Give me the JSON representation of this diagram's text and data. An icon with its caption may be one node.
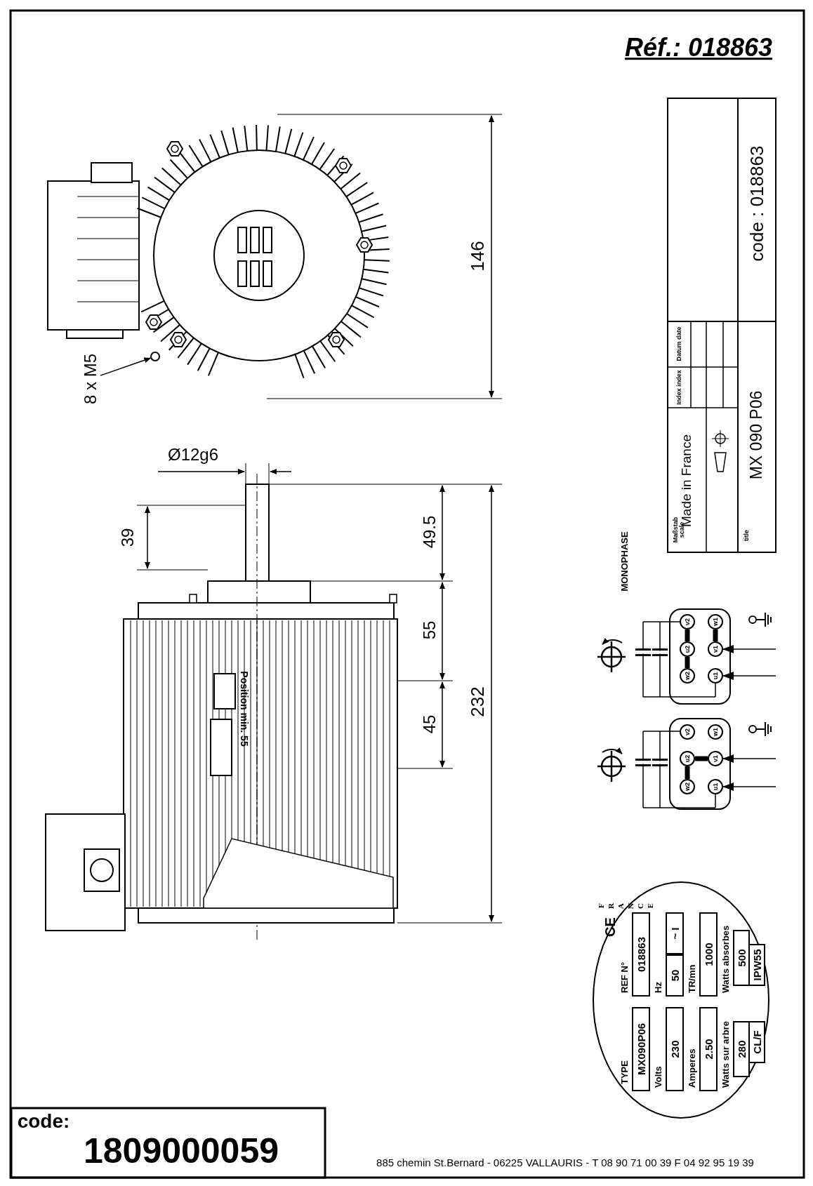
{
  "diagram": {
    "nodes": [
      {
        "text": [
          "8 x M5"
        ]
      },
      {
        "text": [],
        "shape": "circle"
      },
      {
        "text": [
          "v2"
        ]
      },
      {
        "text": [
          "u2"
        ]
      },
      {
        "text": [
          "w2"
        ]
      },
      {
        "text": [
          "w1"
        ]
      },
      {
        "text": [
          "v1"
        ]
      },
      {
        "text": [
          "u1"
        ]
      },
      {
        "text": [
          "v2"
        ]
      },
      {
        "text": [
          "u2"
        ]
      },
      {
        "text": [
          "w2"
        ]
      },
      {
        "text": [
          "w1"
        ]
      },
      {
        "text": [
          "v1"
        ]
      },
      {
        "text": [
          "u1"
        ]
      }
    ],
    "edges": [
      {
        "from": 0,
        "to": 1,
        "arrow": "to"
      },
      {
        "from": 2,
        "to": 3,
        "arrow": "none",
        "style": "thick"
      },
      {
        "from": 3,
        "to": 4,
        "arrow": "none",
        "style": "thick"
      },
      {
        "from": 5,
        "to": 6,
        "arrow": "none",
        "style": "thick"
      },
      {
        "from": null,
        "to": 6,
        "arrow": "to"
      },
      {
        "from": null,
        "to": 7,
        "arrow": "to"
      },
      {
        "from": 9,
        "to": 10,
        "arrow": "none",
        "style": "thick"
      },
      {
        "from": 9,
        "to": 12,
        "arrow": "none",
        "style": "thick"
      },
      {
        "from": null,
        "to": 12,
        "arrow": "to"
      },
      {
        "from": null,
        "to": 13,
        "arrow": "to"
      }
    ],
    "labels": [
      "Réf.: 018863",
      "146",
      "Ø12g6",
      "39",
      "49.5",
      "55",
      "232",
      "45",
      "Position min. 55",
      "code : 018863",
      "Made in France",
      "Index index",
      "Datum date",
      "Maßstab scale",
      "title",
      "MX 090 P06",
      "MONOPHASE",
      "CE",
      "TYPE",
      "REF N°",
      "MX090P06",
      "018863",
      "Volts",
      "Hz",
      "230",
      "50",
      "~ I",
      "Amperes",
      "TR/mn",
      "2.50",
      "1000",
      "Watts sur arbre",
      "Watts absorbes",
      "280",
      "500",
      "CL/F",
      "IPW55",
      "FRANCE",
      "code:",
      "1809000059",
      "885 chemin St.Bernard  -  06225 VALLAURIS  -  T 08 90 71 00 39   F 04 92 95 19 39"
    ]
  }
}
